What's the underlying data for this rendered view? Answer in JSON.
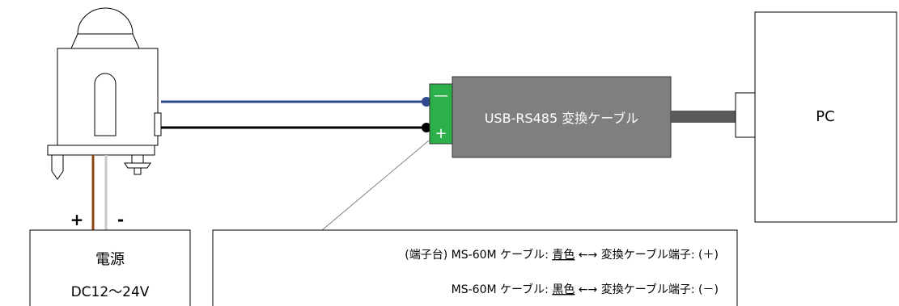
{
  "terminal": {
    "minus": "—",
    "plus": "+"
  },
  "converter": {
    "label": "USB-RS485 変換ケーブル"
  },
  "pc": {
    "label": "PC"
  },
  "power": {
    "plus": "+",
    "minus": "-",
    "title": "電源",
    "voltage": "DC12～24V"
  },
  "callout": {
    "line1": {
      "prefix": "(端子台) MS-60M ケーブル: ",
      "color_word": "青色",
      "arrow": " ←→ ",
      "suffix": "変換ケーブル端子: (＋)"
    },
    "line2": {
      "prefix": "MS-60M ケーブル: ",
      "color_word": "黒色",
      "arrow": " ←→ ",
      "suffix": "変換ケーブル端子: (－)"
    }
  },
  "colors": {
    "blue_wire": "#2e4a8c",
    "black_wire": "#000000",
    "brown_wire": "#8b4513",
    "white_wire": "#c8c8c8",
    "converter_body": "#7f7f7f",
    "terminal_block": "#2db04a",
    "usb_cable": "#5a5a5a"
  }
}
